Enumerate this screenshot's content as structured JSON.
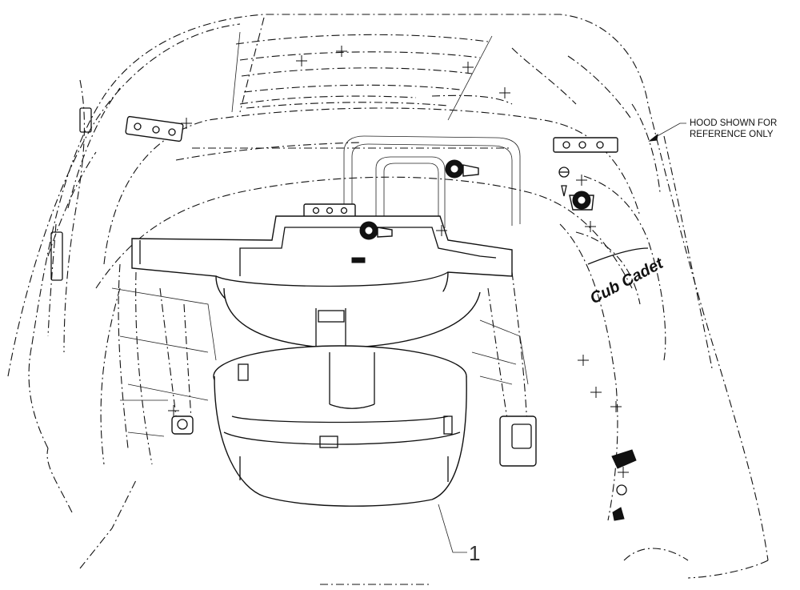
{
  "callout_note": {
    "line1": "HOOD SHOWN FOR",
    "line2": "REFERENCE ONLY"
  },
  "part_callout": {
    "number": "1"
  },
  "hood_badge": {
    "text": "Cub Cadet"
  }
}
